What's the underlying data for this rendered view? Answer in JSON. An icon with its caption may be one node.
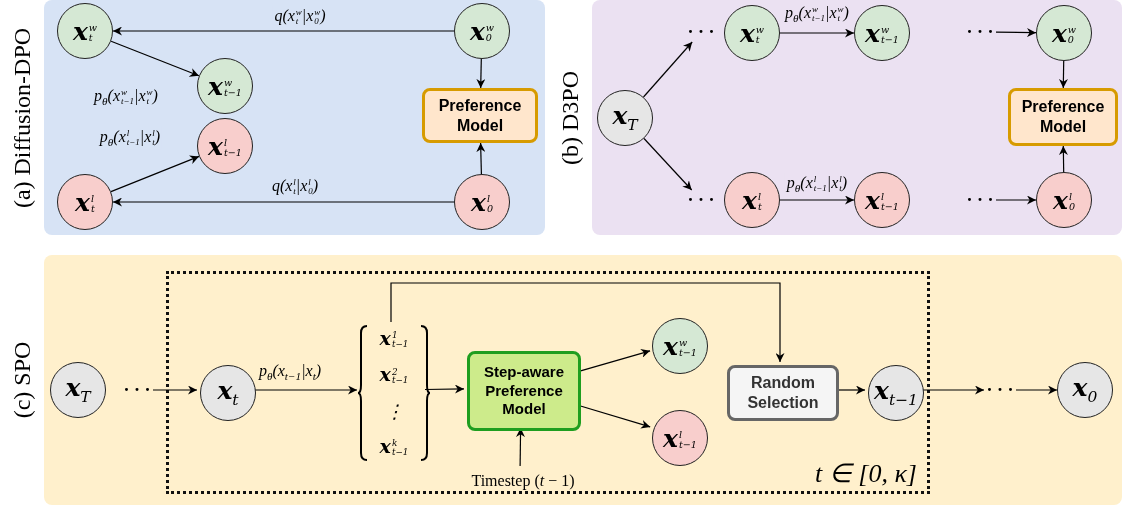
{
  "diagram": {
    "nodes": [
      {
        "text": [
          "(a) Diffusion-DPO"
        ]
      },
      {
        "text": [
          "**x**$^{w}$$_{t}$"
        ],
        "in": 0
      },
      {
        "text": [
          "**x**$^{w}$$_{0}$"
        ],
        "in": 0
      },
      {
        "text": [
          "**x**$^{w}$$_{t−1}$"
        ],
        "in": 0
      },
      {
        "text": [
          "Preference Model"
        ],
        "in": 0
      },
      {
        "text": [
          "**x**$^{l}$$_{t−1}$"
        ],
        "in": 0
      },
      {
        "text": [
          "**x**$^{l}$$_{t}$"
        ],
        "in": 0
      },
      {
        "text": [
          "**x**$^{l}$$_{0}$"
        ],
        "in": 0
      },
      {
        "text": [
          "(b) D3PO"
        ]
      },
      {
        "text": [
          "**x**$_{T}$"
        ],
        "in": 8
      },
      {
        "text": [
          "· · ·"
        ],
        "in": 8
      },
      {
        "text": [
          "**x**$^{w}$$_{t}$"
        ],
        "in": 8
      },
      {
        "text": [
          "**x**$^{w}$$_{t−1}$"
        ],
        "in": 8
      },
      {
        "text": [
          "· · ·"
        ],
        "in": 8
      },
      {
        "text": [
          "**x**$^{w}$$_{0}$"
        ],
        "in": 8
      },
      {
        "text": [
          "Preference Model"
        ],
        "in": 8
      },
      {
        "text": [
          "· · ·"
        ],
        "in": 8
      },
      {
        "text": [
          "**x**$^{l}$$_{t}$"
        ],
        "in": 8
      },
      {
        "text": [
          "**x**$^{l}$$_{t−1}$"
        ],
        "in": 8
      },
      {
        "text": [
          "· · ·"
        ],
        "in": 8
      },
      {
        "text": [
          "**x**$^{l}$$_{0}$"
        ],
        "in": 8
      },
      {
        "text": [
          "(c) SPO"
        ]
      },
      {
        "text": [
          "**x**$_{T}$"
        ],
        "in": 21
      },
      {
        "text": [
          "· · ·"
        ],
        "in": 21
      },
      {
        "text": [
          "t ∈ [0, κ]"
        ],
        "in": 21
      },
      {
        "text": [
          "**x**$_{t}$"
        ],
        "in": 24
      },
      {
        "text": [
          "**x**$^{1}$$_{t−1}$",
          "**x**$^{2}$$_{t−1}$",
          "⋮",
          "**x**$^{k}$$_{t−1}$"
        ],
        "in": 24
      },
      {
        "text": [
          "Step-aware Preference Model"
        ],
        "in": 24
      },
      {
        "text": [
          "Timestep (*t* − 1)"
        ],
        "in": 24
      },
      {
        "text": [
          "**x**$^{w}$$_{t−1}$"
        ],
        "in": 24
      },
      {
        "text": [
          "**x**$^{l}$$_{t−1}$"
        ],
        "in": 24
      },
      {
        "text": [
          "Random Selection"
        ],
        "in": 24
      },
      {
        "text": [
          "**x**$_{t−1}$"
        ],
        "in": 24
      },
      {
        "text": [
          "· · ·"
        ],
        "in": 21
      },
      {
        "text": [
          "**x**$_{0}$"
        ],
        "in": 21
      }
    ],
    "edges": [
      {
        "from": 2,
        "to": 1,
        "arrow": "to",
        "label": "q(x$^{w}$$_{t}$|x$^{w}$$_{0}$)"
      },
      {
        "from": 1,
        "to": 3,
        "arrow": "to",
        "label": "p$_{θ}$(x$^{w}$$_{t−1}$|x$^{w}$$_{t}$)"
      },
      {
        "from": 6,
        "to": 5,
        "arrow": "to",
        "label": "p$_{θ}$(x$^{l}$$_{t−1}$|x$^{l}$$_{t}$)"
      },
      {
        "from": 7,
        "to": 6,
        "arrow": "to",
        "label": "q(x$^{l}$$_{t}$|x$^{l}$$_{0}$)"
      },
      {
        "from": 2,
        "to": 4,
        "arrow": "to"
      },
      {
        "from": 7,
        "to": 4,
        "arrow": "to"
      },
      {
        "from": 9,
        "to": 10,
        "arrow": "to"
      },
      {
        "from": 9,
        "to": 16,
        "arrow": "to"
      },
      {
        "from": 11,
        "to": 12,
        "arrow": "to",
        "label": "p$_{θ}$(x$^{w}$$_{t−1}$|x$^{w}$$_{t}$)"
      },
      {
        "from": 13,
        "to": 14,
        "arrow": "to"
      },
      {
        "from": 14,
        "to": 15,
        "arrow": "to"
      },
      {
        "from": 20,
        "to": 15,
        "arrow": "to"
      },
      {
        "from": 17,
        "to": 18,
        "arrow": "to",
        "label": "p$_{θ}$(x$^{l}$$_{t−1}$|x$^{l}$$_{t}$)"
      },
      {
        "from": 19,
        "to": 20,
        "arrow": "to"
      },
      {
        "from": 23,
        "to": 25,
        "arrow": "to"
      },
      {
        "from": 25,
        "to": 26,
        "arrow": "to",
        "label": "p$_{θ}$(x$_{t−1}$|x$_{t}$)"
      },
      {
        "from": 26,
        "to": 27,
        "arrow": "to"
      },
      {
        "from": 26,
        "to": 31,
        "arrow": "to"
      },
      {
        "from": 28,
        "to": 27,
        "arrow": "to"
      },
      {
        "from": 27,
        "to": 29,
        "arrow": "to"
      },
      {
        "from": 27,
        "to": 30,
        "arrow": "to"
      },
      {
        "from": 31,
        "to": 32,
        "arrow": "to"
      },
      {
        "from": 32,
        "to": 33,
        "arrow": "to"
      },
      {
        "from": 33,
        "to": 34,
        "arrow": "to"
      }
    ]
  }
}
